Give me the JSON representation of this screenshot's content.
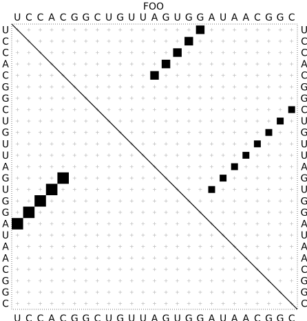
{
  "title": "FOO",
  "sequence": "UCCACGGCUGUUAGUGGAUAACGGC",
  "colors": {
    "background": "#ffffff",
    "frame": "#444444",
    "grid_mark": "#b0b0b0",
    "diagonal": "#000000",
    "dot": "#000000"
  },
  "chart_data": {
    "type": "dot-plot",
    "grid_on": true,
    "upper_triangle_dots": [
      {
        "row": 1,
        "col": 17,
        "size": 0.75
      },
      {
        "row": 2,
        "col": 16,
        "size": 0.75
      },
      {
        "row": 3,
        "col": 15,
        "size": 0.75
      },
      {
        "row": 4,
        "col": 14,
        "size": 0.75
      },
      {
        "row": 5,
        "col": 13,
        "size": 0.75
      },
      {
        "row": 8,
        "col": 25,
        "size": 0.6
      },
      {
        "row": 9,
        "col": 24,
        "size": 0.6
      },
      {
        "row": 10,
        "col": 23,
        "size": 0.6
      },
      {
        "row": 11,
        "col": 22,
        "size": 0.6
      },
      {
        "row": 12,
        "col": 21,
        "size": 0.6
      },
      {
        "row": 13,
        "col": 20,
        "size": 0.6
      },
      {
        "row": 14,
        "col": 19,
        "size": 0.6
      },
      {
        "row": 15,
        "col": 18,
        "size": 0.6
      }
    ],
    "lower_triangle_dots": [
      {
        "row": 14,
        "col": 5,
        "size": 1.0
      },
      {
        "row": 15,
        "col": 4,
        "size": 1.0
      },
      {
        "row": 16,
        "col": 3,
        "size": 1.0
      },
      {
        "row": 17,
        "col": 2,
        "size": 1.0
      },
      {
        "row": 18,
        "col": 1,
        "size": 1.0
      }
    ]
  }
}
